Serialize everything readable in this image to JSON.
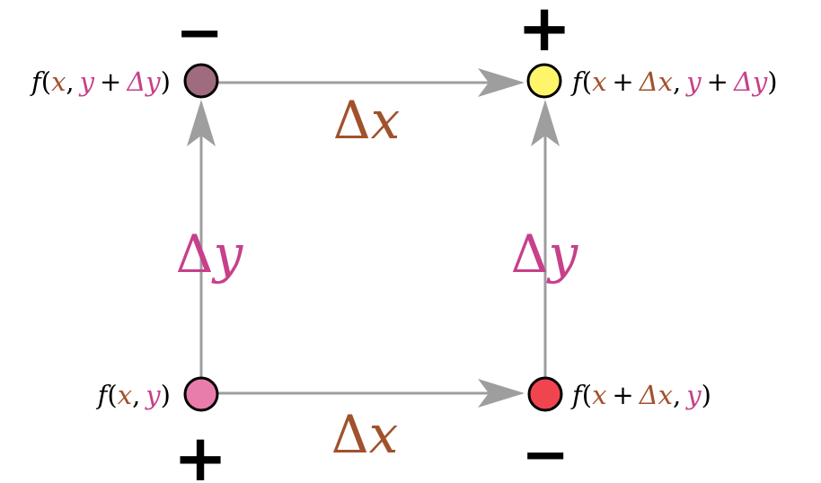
{
  "colors": {
    "x_color": "#A0522D",
    "y_color": "#C7408A",
    "text_color": "#000000",
    "arrow_color": "#9E9E9E",
    "node_bottom_left": "#E87CAA",
    "node_top_left": "#9E6B7F",
    "node_top_right": "#FFF56B",
    "node_bottom_right": "#F0454E"
  },
  "edges": {
    "top": {
      "delta": "Δ",
      "var": "x"
    },
    "bottom": {
      "delta": "Δ",
      "var": "x"
    },
    "left": {
      "delta": "Δ",
      "var": "y"
    },
    "right": {
      "delta": "Δ",
      "var": "y"
    }
  },
  "nodes": {
    "bottom_left": {
      "sign": "+",
      "label": {
        "f": "f",
        "open": "(",
        "x": "x",
        "comma": ",",
        "y": "y",
        "close": ")"
      }
    },
    "top_left": {
      "sign": "−",
      "label": {
        "f": "f",
        "open": "(",
        "x": "x",
        "comma": ",",
        "y": "y",
        "plus": "+",
        "dy": "Δy",
        "close": ")"
      }
    },
    "top_right": {
      "sign": "+",
      "label": {
        "f": "f",
        "open": "(",
        "x": "x",
        "plus1": "+",
        "dx": "Δx",
        "comma": ",",
        "y": "y",
        "plus2": "+",
        "dy": "Δy",
        "close": ")"
      }
    },
    "bottom_right": {
      "sign": "−",
      "label": {
        "f": "f",
        "open": "(",
        "x": "x",
        "plus": "+",
        "dx": "Δx",
        "comma": ",",
        "y": "y",
        "close": ")"
      }
    }
  }
}
